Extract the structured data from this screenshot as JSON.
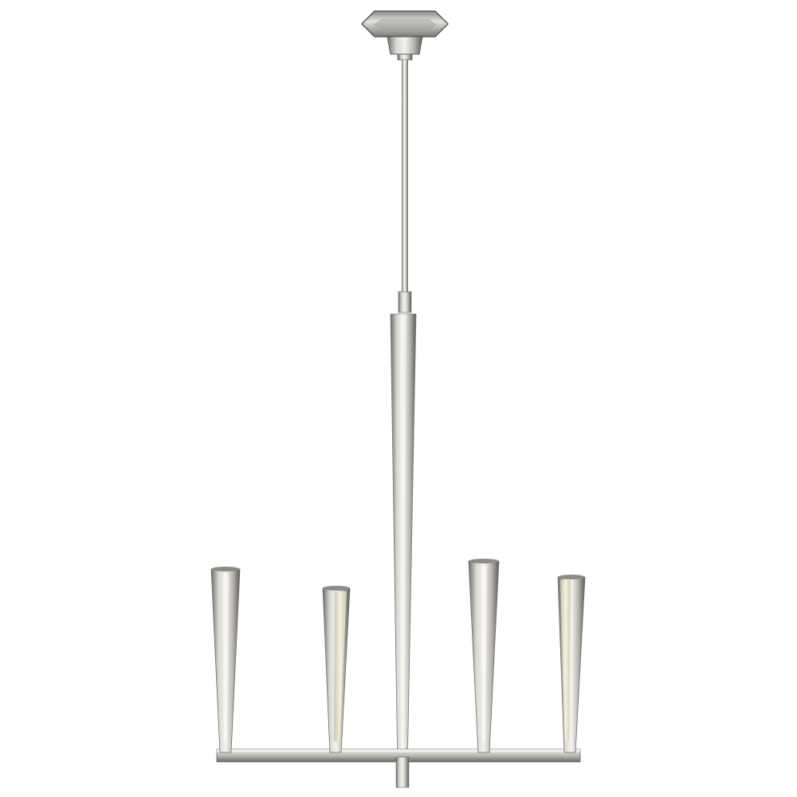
{
  "image": {
    "subject": "chandelier",
    "finish": "polished-nickel",
    "light_count": 4,
    "colors": {
      "background": "#ffffff",
      "metal_light": "#f4f3ef",
      "metal_mid": "#c9c7c0",
      "metal_dark": "#6e6c66",
      "metal_shadow": "#4a4844",
      "glow": "#f7f1dc"
    }
  }
}
